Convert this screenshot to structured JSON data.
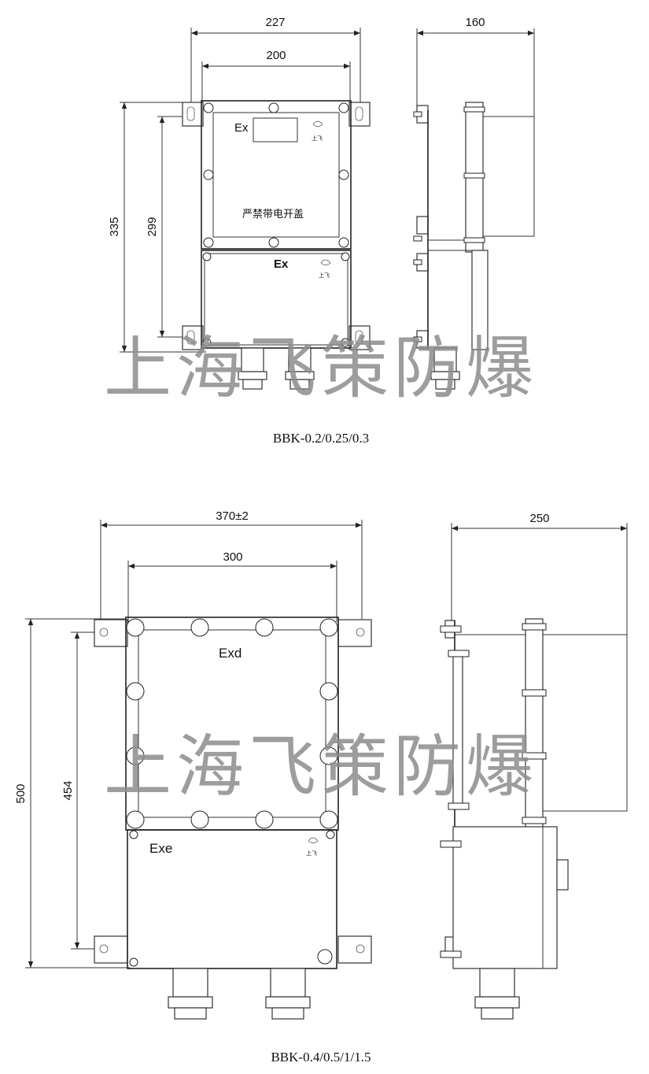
{
  "watermark": "上海飞策防爆",
  "drawing1": {
    "caption": "BBK-0.2/0.25/0.3",
    "dims": {
      "width_outer": "227",
      "width_inner": "200",
      "height_outer": "335",
      "height_inner": "299",
      "depth": "160"
    },
    "labels": {
      "top_ex": "Ex",
      "warning": "严禁带电开盖",
      "bottom_ex": "Ex"
    }
  },
  "drawing2": {
    "caption": "BBK-0.4/0.5/1/1.5",
    "dims": {
      "width_outer": "370±2",
      "width_inner": "300",
      "height_outer": "500",
      "height_inner": "454",
      "depth": "250"
    },
    "labels": {
      "top": "Exd",
      "bottom": "Exe"
    }
  }
}
